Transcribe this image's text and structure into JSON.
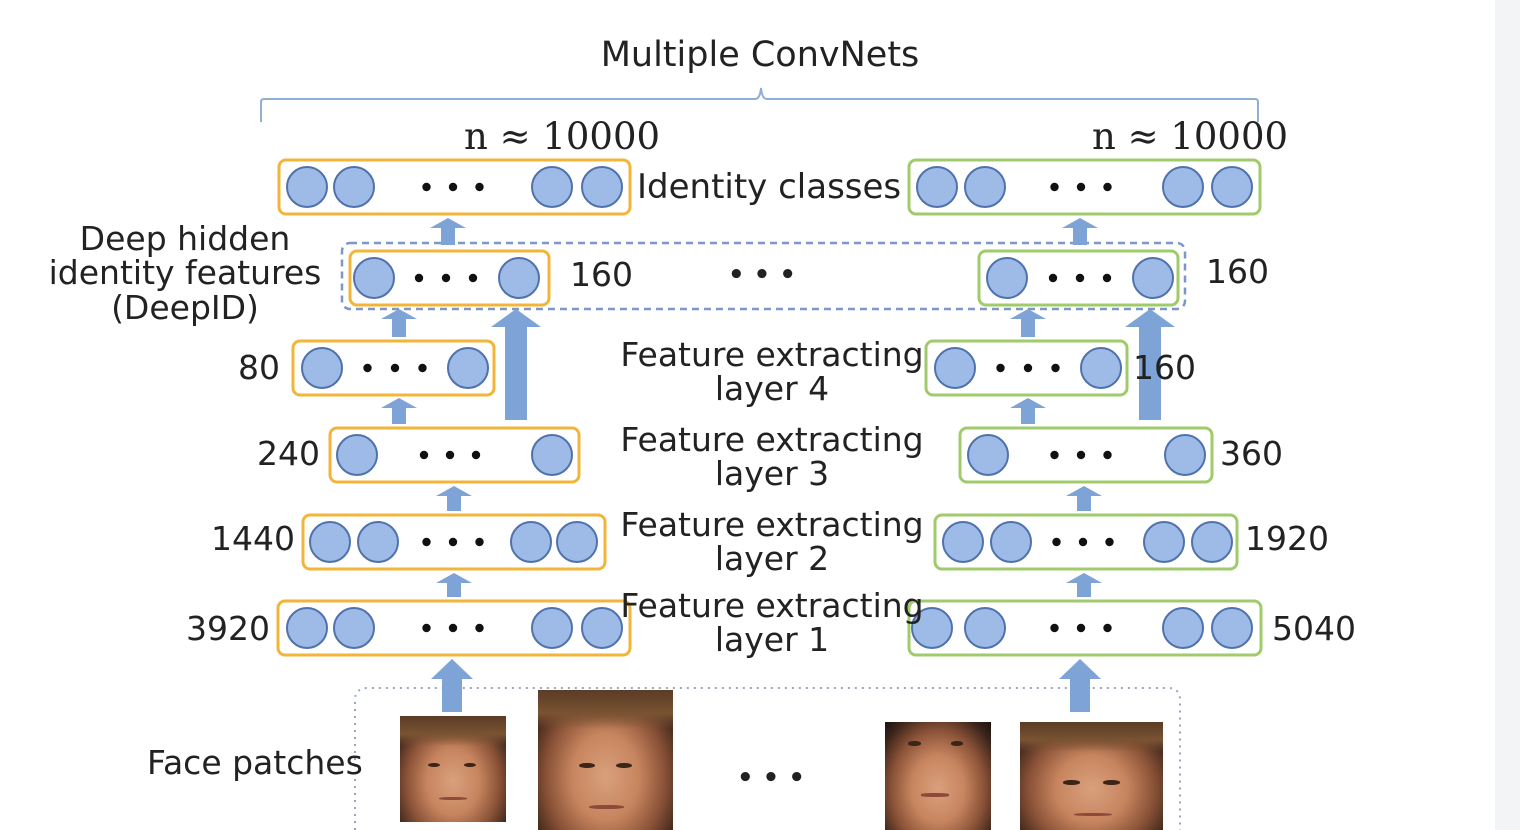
{
  "title": "Multiple ConvNets",
  "output_label": "n ≈ 10000",
  "identity_label": "Identity classes",
  "deepid_label": [
    "Deep hidden",
    "identity features",
    "(DeepID)"
  ],
  "deepid_size": "160",
  "face_patches_label": "Face patches",
  "ellipsis": "• • •",
  "layer_labels": [
    [
      "Feature extracting",
      "layer 4"
    ],
    [
      "Feature extracting",
      "layer 3"
    ],
    [
      "Feature extracting",
      "layer 2"
    ],
    [
      "Feature extracting",
      "layer 1"
    ]
  ],
  "left_net": {
    "sizes": [
      "80",
      "240",
      "1440",
      "3920"
    ]
  },
  "right_net": {
    "sizes": [
      "160",
      "360",
      "1920",
      "5040"
    ]
  },
  "colors": {
    "left_box": "#f2b53a",
    "right_box": "#9fcb6b",
    "neuron_fill": "#9dbbe6",
    "neuron_stroke": "#4f72ad",
    "arrow": "#7ea3d6",
    "bracket": "#90aed6",
    "deepid_dash": "#7c98c8",
    "patch_dots": "#9aa6b8"
  }
}
